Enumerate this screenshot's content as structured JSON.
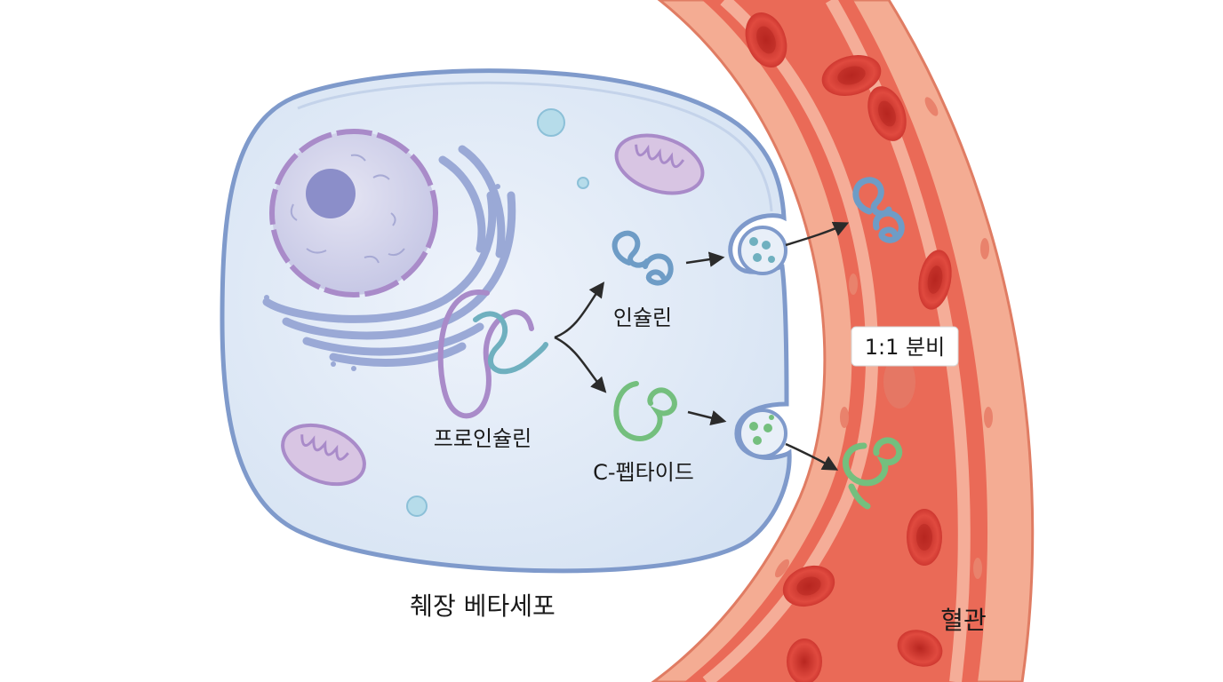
{
  "labels": {
    "proinsulin": "프로인슐린",
    "insulin": "인슐린",
    "c_peptide": "C-펩타이드",
    "ratio": "1:1 분비",
    "beta_cell": "췌장 베타세포",
    "blood_vessel": "혈관"
  },
  "colors": {
    "cell_membrane": "#8aa4d2",
    "cytoplasm": "#e3ecf7",
    "nucleus": "#cfd0ea",
    "organelle": "#b19ad0",
    "insulin": "#6e9cc6",
    "c_peptide": "#74bf7e",
    "vessel_wall": "#f2a68d",
    "blood": "#e8604f",
    "red_blood_cell": "#d83a33"
  }
}
